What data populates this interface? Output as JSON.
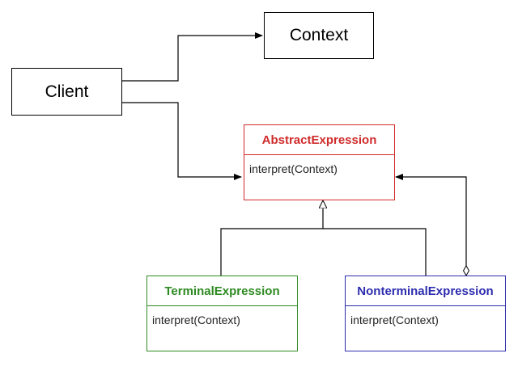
{
  "diagram": {
    "client": {
      "label": "Client"
    },
    "context": {
      "label": "Context"
    },
    "abstract_expression": {
      "name": "AbstractExpression",
      "method": "interpret(Context)",
      "color": "#d02b2b"
    },
    "terminal_expression": {
      "name": "TerminalExpression",
      "method": "interpret(Context)",
      "color": "#2e8b22"
    },
    "nonterminal_expression": {
      "name": "NonterminalExpression",
      "method": "interpret(Context)",
      "color": "#2d2db0"
    },
    "edge_color": "#000000"
  }
}
